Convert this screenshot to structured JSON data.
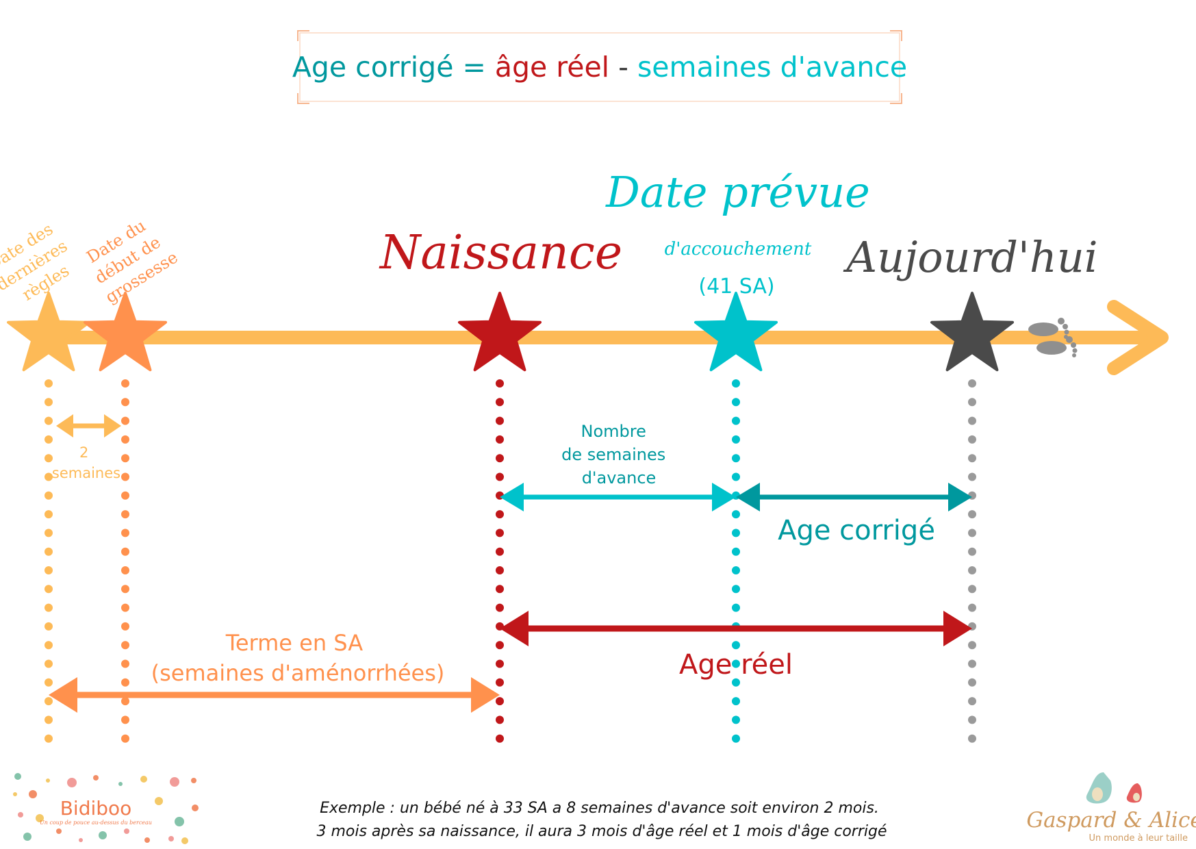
{
  "title": {
    "part1": "Age corrigé",
    "eq": " = ",
    "part2": "âge réel",
    "minus": " - ",
    "part3": "semaines d'avance"
  },
  "labels": {
    "ddr": [
      "Date des",
      "dernières",
      "règles"
    ],
    "debut": [
      "Date du",
      "début de",
      "grossesse"
    ],
    "naissance": "Naissance",
    "date_prevue": "Date prévue",
    "accouchement": "d'accouchement",
    "sa": "(41 SA)",
    "aujourdhui": "Aujourd'hui",
    "two_weeks": [
      "2",
      "semaines"
    ],
    "nombre": [
      "Nombre",
      "de semaines",
      "d'avance"
    ],
    "age_corrige": "Age corrigé",
    "age_reel": "Age réel",
    "terme": [
      "Terme en SA",
      "(semaines d'aménorrhées)"
    ]
  },
  "footer": {
    "line1": "Exemple : un bébé né à 33 SA a 8 semaines d'avance soit environ 2 mois.",
    "line2": "3 mois après sa naissance, il aura 3 mois d'âge réel et 1 mois d'âge corrigé"
  },
  "logos": {
    "bidiboo": "Bidiboo",
    "bidiboo_tagline": "Un coup de pouce au-dessus du berceau",
    "gaspard": "Gaspard & Alice",
    "gaspard_tagline": "Un monde à leur taille"
  },
  "colors": {
    "axis": "#FDBA57",
    "orange": "#FF914D",
    "red": "#C0171A",
    "cyan": "#00C2CB",
    "teal": "#00989E",
    "dark": "#545454",
    "grey": "#9a9a9a"
  }
}
